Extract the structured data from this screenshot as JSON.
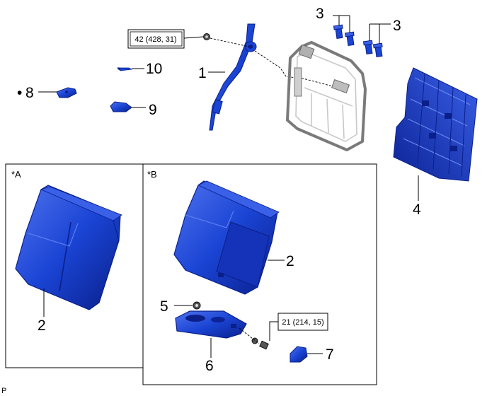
{
  "colors": {
    "part_blue": "#1a44d4",
    "part_dark": "#0a1f8a",
    "part_light": "#5b7cf0",
    "frame_gray": "#8a8a8a"
  },
  "panels": {
    "a": {
      "label": "*A"
    },
    "b": {
      "label": "*B"
    }
  },
  "torque": {
    "t1": "42 (428, 31)",
    "t2": "21 (214, 15)"
  },
  "callouts": {
    "c1": "1",
    "c2a": "2",
    "c2b": "2",
    "c3a": "3",
    "c3b": "3",
    "c4": "4",
    "c5": "5",
    "c6": "6",
    "c7": "7",
    "c8": "8",
    "c8_marker": "•",
    "c9": "9",
    "c10": "10"
  },
  "footer": {
    "code": "P"
  }
}
